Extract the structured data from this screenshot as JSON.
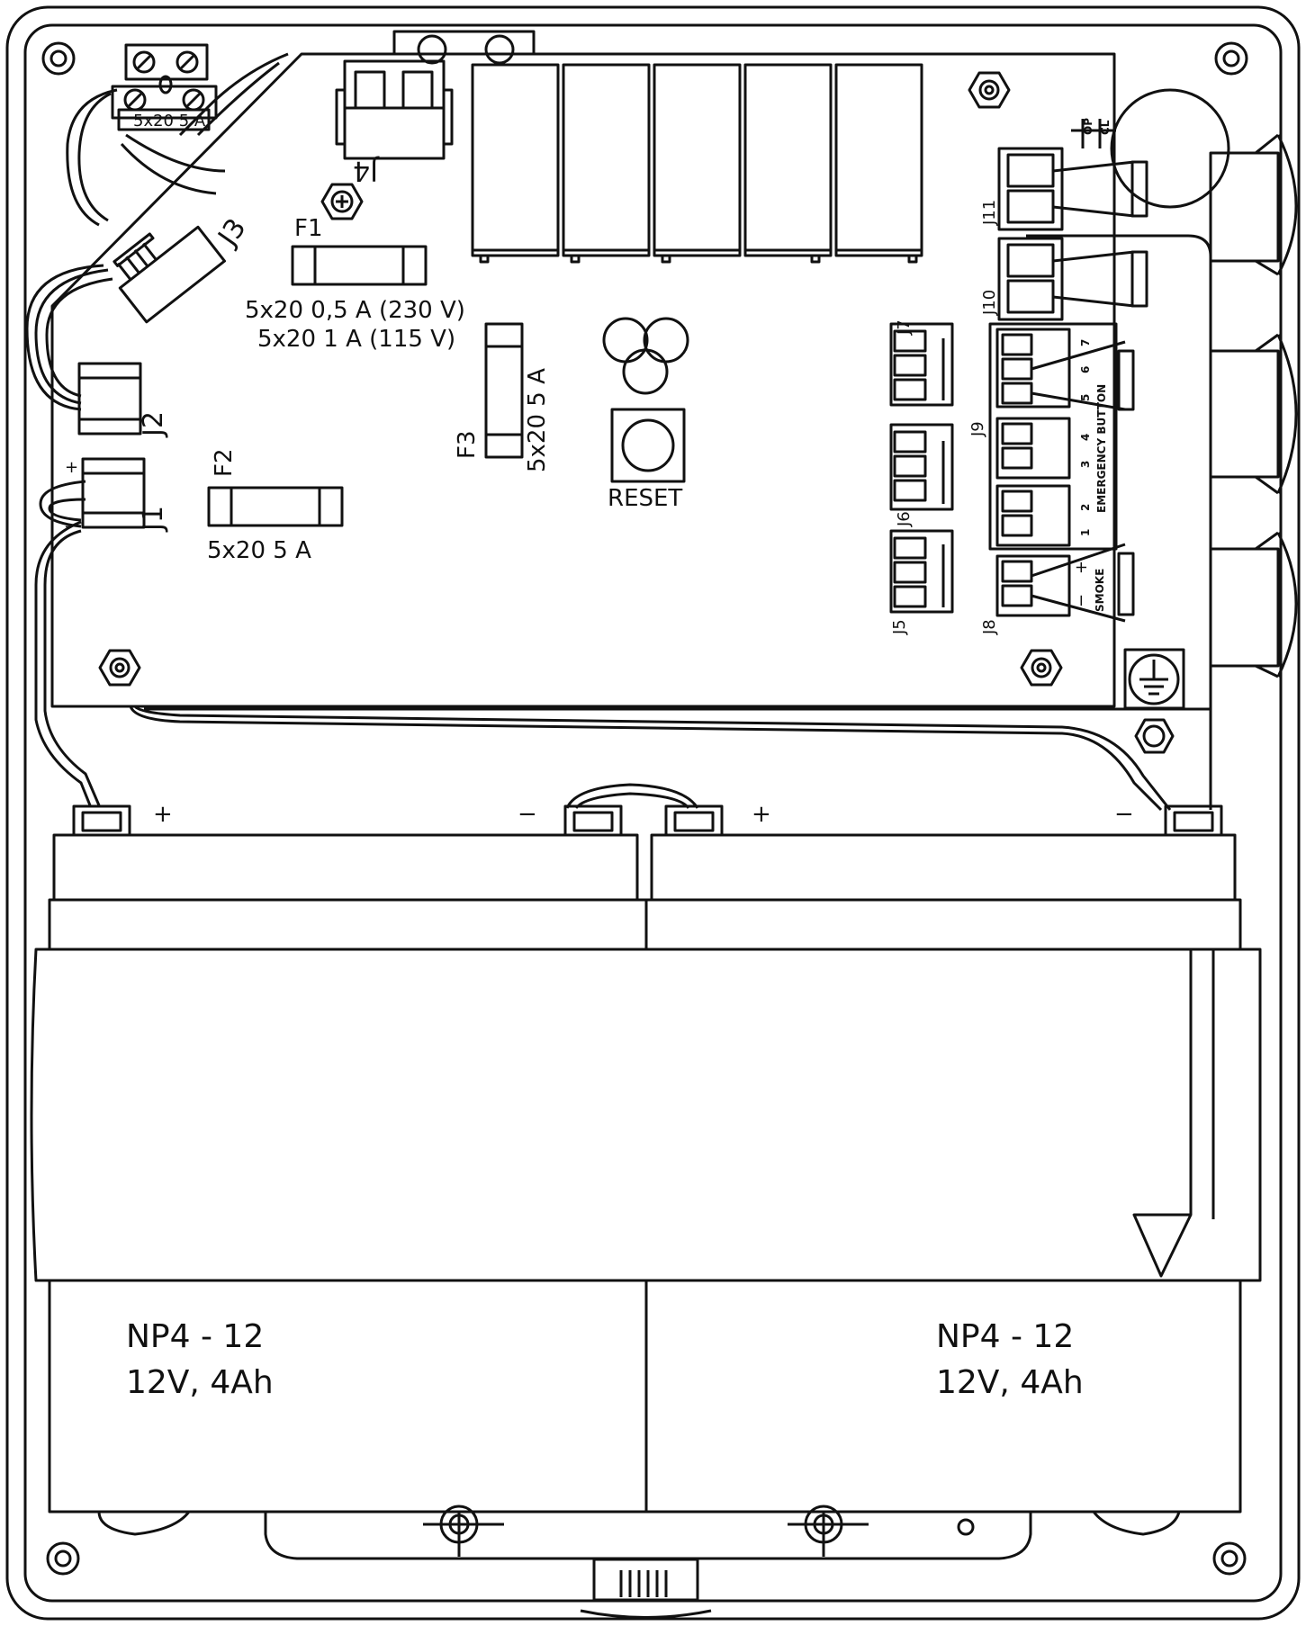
{
  "board": {
    "connectors": {
      "j1": "J1",
      "j2": "J2",
      "j3": "J3",
      "j4": "J4",
      "j5": "J5",
      "j6": "J6",
      "j7": "J7",
      "j8": "J8",
      "j9": "J9",
      "j10": "J10",
      "j11": "J11"
    },
    "fuses": {
      "f1": {
        "name": "F1",
        "rating_line1": "5x20 0,5 A (230 V)",
        "rating_line2": "5x20 1 A (115 V)"
      },
      "f2": {
        "name": "F2",
        "rating": "5x20 5 A"
      },
      "f3": {
        "name": "F3",
        "rating": "5x20 5 A"
      }
    },
    "mains_fuse_label": "5x20 5 A",
    "reset_label": "RESET",
    "emergency_label": "EMERGENCY BUTTON",
    "smoke_label": "SMOKE",
    "j11_pins": [
      "OP",
      "CL"
    ],
    "j9_pins": [
      "1",
      "2",
      "3",
      "4",
      "5",
      "6",
      "7"
    ],
    "j1_polarity": [
      "+",
      "-"
    ],
    "j8_polarity": [
      "+",
      "−"
    ]
  },
  "terminals": {
    "batt1_plus": "+",
    "batt1_minus": "−",
    "batt2_plus": "+",
    "batt2_minus": "−"
  },
  "batteries": [
    {
      "model": "NP4 - 12",
      "spec": "12V, 4Ah"
    },
    {
      "model": "NP4 - 12",
      "spec": "12V, 4Ah"
    }
  ],
  "icons": [
    "screw-icon",
    "ground-symbol-icon",
    "arrow-down-icon"
  ]
}
